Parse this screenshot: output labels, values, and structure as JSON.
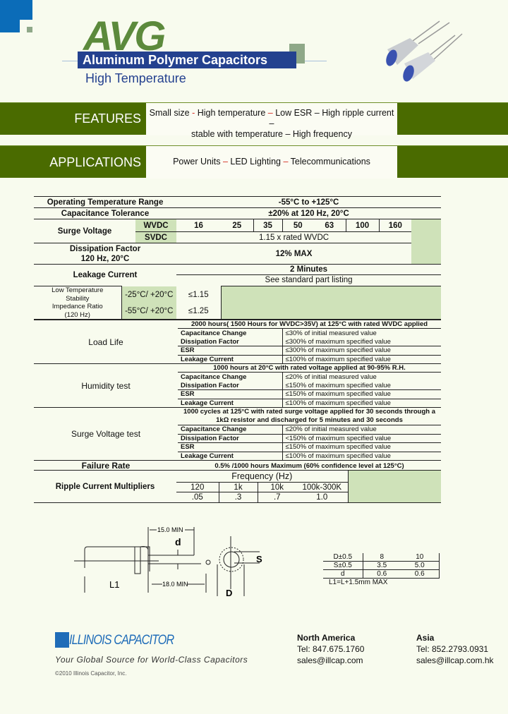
{
  "header": {
    "series": "AVG",
    "product": "Aluminum Polymer Capacitors",
    "subtitle": "High Temperature"
  },
  "features": {
    "label": "FEATURES",
    "line1": [
      "Small size ",
      "- ",
      "High temperature ",
      "– ",
      "Low ESR – High ripple current –"
    ],
    "line2": "stable with temperature – High frequency"
  },
  "applications": {
    "label": "APPLICATIONS",
    "items": [
      "Power Units ",
      "– ",
      "LED Lighting ",
      "– ",
      "Telecommunications"
    ]
  },
  "specs": {
    "op_temp": {
      "label": "Operating Temperature Range",
      "value": "-55°C to +125°C"
    },
    "cap_tol": {
      "label": "Capacitance Tolerance",
      "value": "±20% at 120 Hz, 20°C"
    },
    "surge": {
      "label": "Surge Voltage",
      "wvdc_label": "WVDC",
      "wvdc": [
        "16",
        "25",
        "35",
        "50",
        "63",
        "100",
        "160"
      ],
      "svdc_label": "SVDC",
      "svdc": "1.15 x rated WVDC"
    },
    "df": {
      "label1": "Dissipation Factor",
      "label2": "120 Hz, 20°C",
      "value": "12% MAX"
    },
    "leak": {
      "label": "Leakage Current",
      "time": "2 Minutes",
      "value": "See standard part listing"
    },
    "lowtemp": {
      "label": [
        "Low Temperature",
        "Stability",
        "Impedance Ratio",
        "(120 Hz)"
      ],
      "rows": [
        {
          "t": "-25°C/ +20°C",
          "v": "≤1.15"
        },
        {
          "t": "-55°C/ +20°C",
          "v": "≤1.25"
        }
      ]
    },
    "load_life": {
      "label": "Load Life",
      "cond": "2000 hours( 1500 Hours for WVDC>35V) at 125°C with rated WVDC applied",
      "rows": [
        [
          "Capacitance Change",
          "≤30% of initial measured value"
        ],
        [
          "Dissipation Factor",
          "≤300% of maximum specified value"
        ],
        [
          "ESR",
          "≤300% of maximum specified value"
        ],
        [
          "Leakage Current",
          "≤100% of maximum specified value"
        ]
      ]
    },
    "humidity": {
      "label": "Humidity test",
      "cond": "1000 hours at 20°C with rated voltage applied at 90-95% R.H.",
      "rows": [
        [
          "Capacitance Change",
          "≤20% of initial measured value"
        ],
        [
          "Dissipation Factor",
          "≤150% of maximum specified value"
        ],
        [
          "ESR",
          "≤150% of maximum specified value"
        ],
        [
          "Leakage Current",
          "≤100% of maximum specified value"
        ]
      ]
    },
    "surge_test": {
      "label": "Surge Voltage test",
      "cond1": "1000 cycles at 125°C with rated surge voltage applied for 30 seconds through a",
      "cond2": "1kΩ resistor and discharged for 5 minutes and 30 seconds",
      "rows": [
        [
          "Capacitance Change",
          "≤20% of initial measured value"
        ],
        [
          "Dissipation Factor",
          "<150% of maximum specified value"
        ],
        [
          "ESR",
          "≤150% of maximum specified value"
        ],
        [
          "Leakage Current",
          "≤100% of maximum specified value"
        ]
      ]
    },
    "failure": {
      "label": "Failure Rate",
      "value": "0.5% /1000 hours Maximum (60% confidence level at 125°C)"
    },
    "ripple": {
      "label": "Ripple Current Multipliers",
      "freq_label": "Frequency (Hz)",
      "freqs": [
        "120",
        "1k",
        "10k",
        "100k-300K"
      ],
      "mults": [
        ".05",
        ".3",
        ".7",
        "1.0"
      ]
    }
  },
  "drawing": {
    "lead_top": "15.0 MIN",
    "lead_bottom": "18.0 MIN",
    "d": "d",
    "L1": "L1",
    "D": "D",
    "S": "S",
    "table": [
      [
        "D±0.5",
        "8",
        "10"
      ],
      [
        "S±0.5",
        "3.5",
        "5.0"
      ],
      [
        "d",
        "0.6",
        "0.6"
      ]
    ],
    "note": "L1=L+1.5mm MAX"
  },
  "footer": {
    "brand": "ILLINOIS CAPACITOR",
    "tagline": "Your Global Source for World-Class Capacitors",
    "copyright": "©2010 Illinois Capacitor, Inc.",
    "na": {
      "title": "North America",
      "tel": "Tel: 847.675.1760",
      "email": "sales@illcap.com"
    },
    "asia": {
      "title": "Asia",
      "tel": "Tel: 852.2793.0931",
      "email": "sales@illcap.com.hk"
    }
  },
  "colors": {
    "band": "#4a6b00",
    "accent_blue": "#24418f",
    "cell_green": "#cfe2b9",
    "logo_green": "#5c8a3c"
  }
}
